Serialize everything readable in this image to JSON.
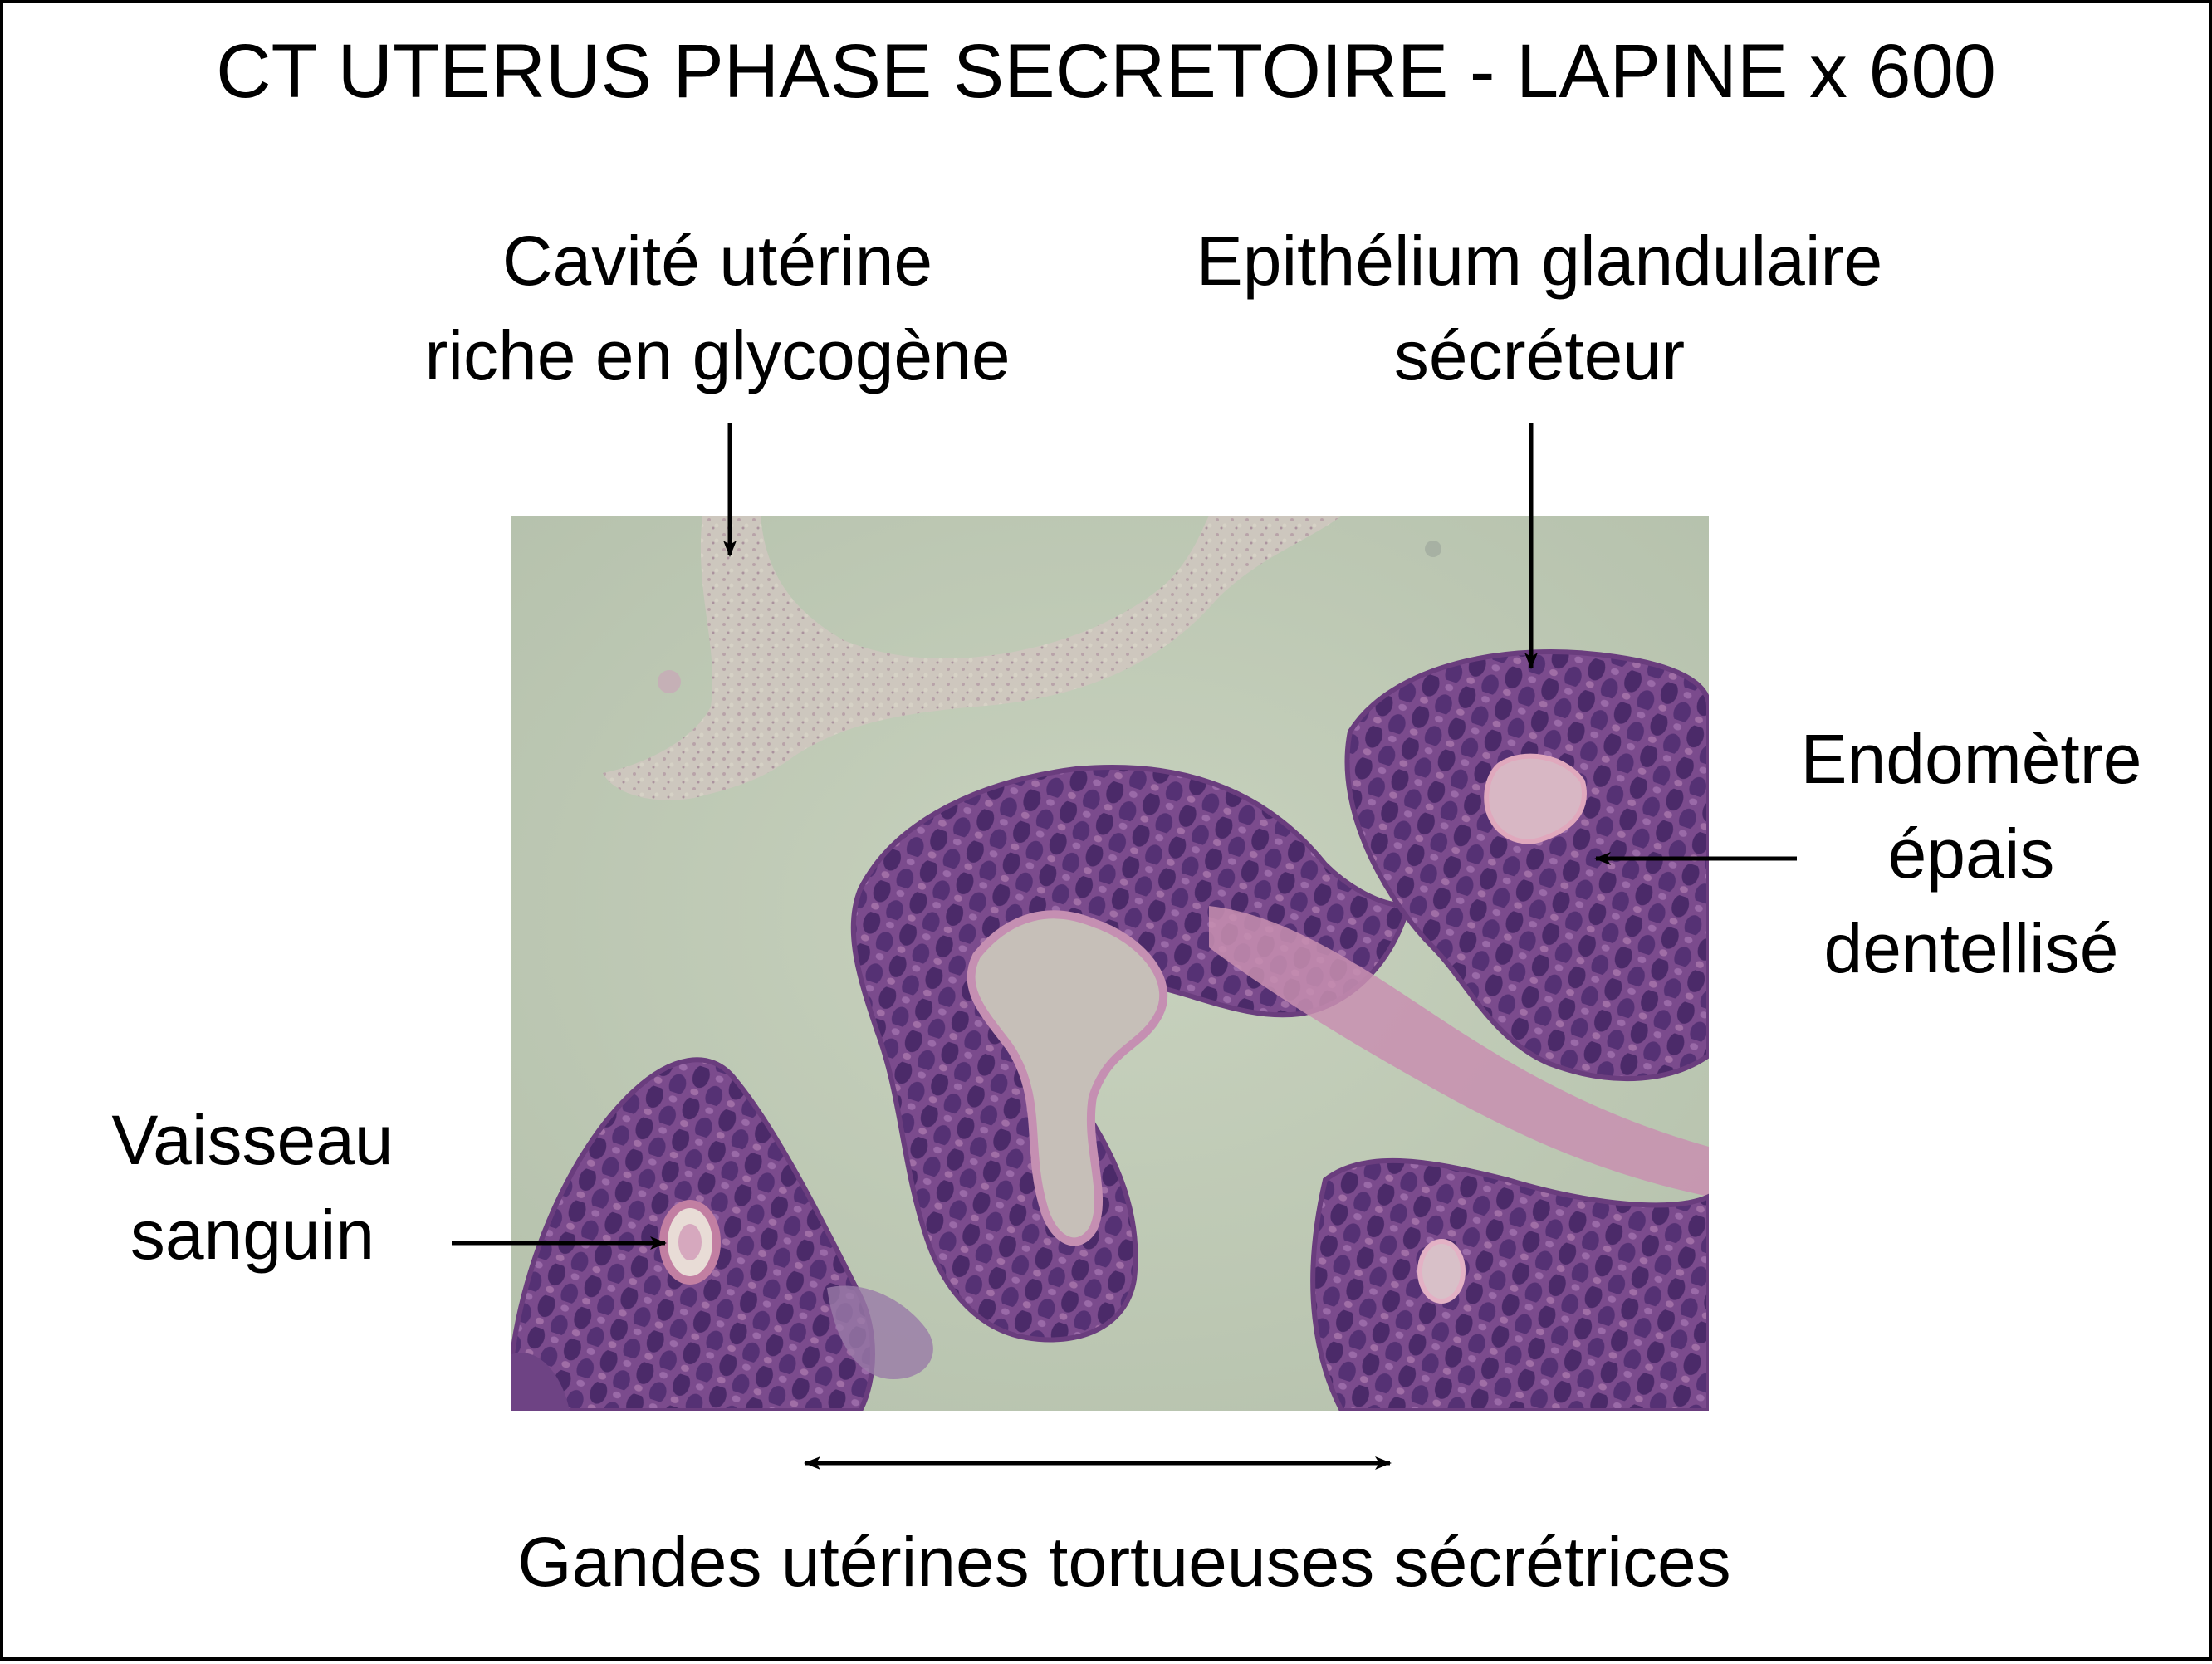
{
  "title": "CT UTERUS PHASE SECRETOIRE - LAPINE x 600",
  "labels": {
    "cavity": [
      "Cavité utérine",
      "riche en glycogène"
    ],
    "epithelium": [
      "Epithélium glandulaire",
      "sécréteur"
    ],
    "endometrium": [
      "Endomètre",
      "épais",
      "dentellisé"
    ],
    "vessel": [
      "Vaisseau",
      "sanguin"
    ],
    "glands": "Gandes utérines tortueuses sécrétrices"
  },
  "colors": {
    "background_field": "#c2cdb9",
    "tissue_purple": "#7a4a8c",
    "nuclei": "#4a2868",
    "cytoplasm_pink": "#b27fa8",
    "arrow": "#000000"
  }
}
